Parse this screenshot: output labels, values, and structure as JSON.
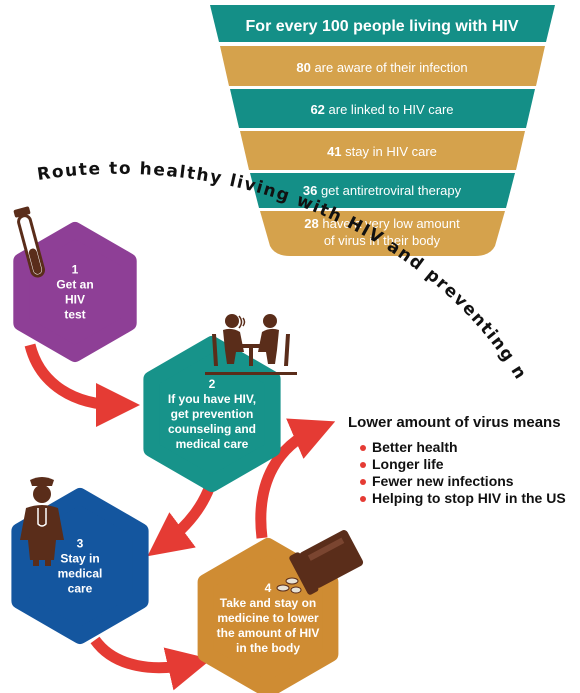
{
  "funnel": {
    "title": "For every 100 people living with HIV",
    "rows": [
      {
        "number": "80",
        "text": "are aware of their infection",
        "color": "#d5a24c"
      },
      {
        "number": "62",
        "text": "are linked to HIV care",
        "color": "#148f87"
      },
      {
        "number": "41",
        "text": "stay in HIV care",
        "color": "#d5a24c"
      },
      {
        "number": "36",
        "text": "get antiretroviral therapy",
        "color": "#148f87"
      },
      {
        "number": "28",
        "text": "have a very low amount",
        "text2": "of virus in their body",
        "color": "#d5a24c"
      }
    ],
    "title_color": "#148f87"
  },
  "route_title": "Route to healthy living with HIV and preventing new infections",
  "steps": [
    {
      "number": "1",
      "lines": [
        "Get an",
        "HIV",
        "test"
      ],
      "color": "#8e3f96",
      "icon": "test-tube-icon"
    },
    {
      "number": "2",
      "lines": [
        "If you have HIV,",
        "get prevention",
        "counseling and",
        "medical care"
      ],
      "color": "#17938a",
      "icon": "counseling-icon"
    },
    {
      "number": "3",
      "lines": [
        "Stay in",
        "medical",
        "care"
      ],
      "color": "#14569f",
      "icon": "doctor-icon"
    },
    {
      "number": "4",
      "lines": [
        "Take and stay on",
        "medicine to lower",
        "the amount of HIV",
        "in the body"
      ],
      "color": "#cf8c33",
      "icon": "pill-bottle-icon"
    }
  ],
  "benefits": {
    "title": "Lower amount of virus means",
    "items": [
      "Better health",
      "Longer life",
      "Fewer new infections",
      "Helping to stop HIV in the US"
    ]
  },
  "colors": {
    "arrow": "#e53b34",
    "icon_brown": "#5a2d1a"
  }
}
